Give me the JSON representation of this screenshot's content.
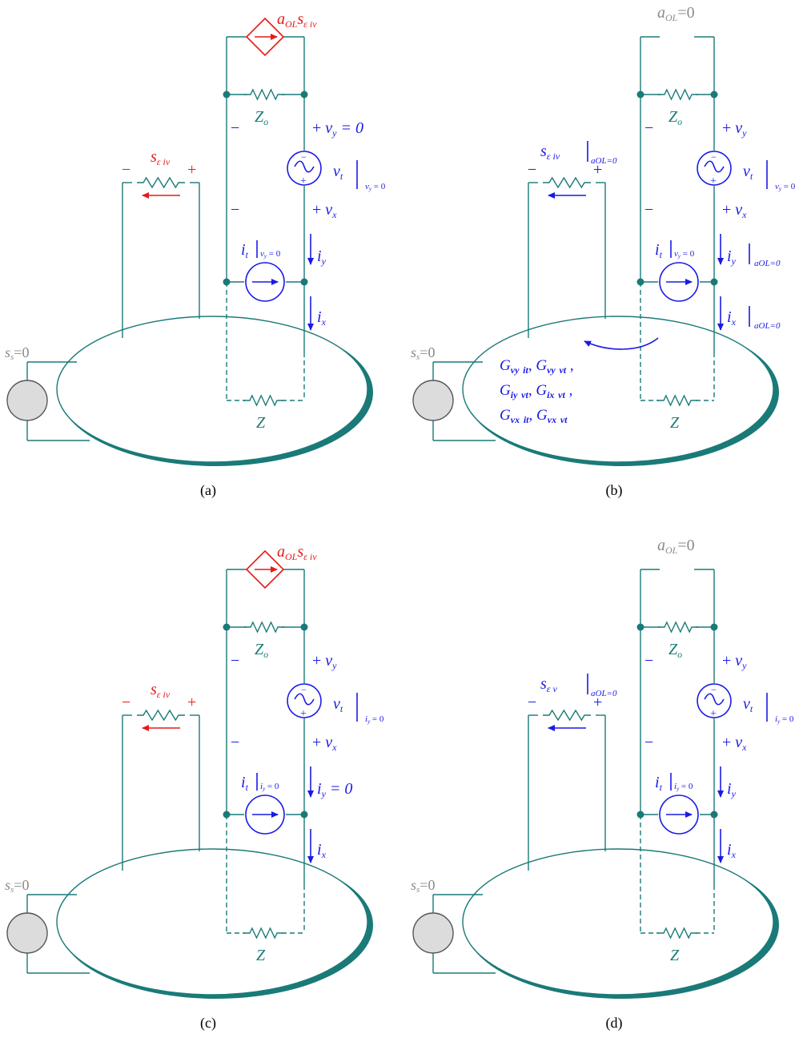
{
  "colors": {
    "wire": "#1a7a78",
    "ellipse_shadow": "#1a7a78",
    "signal": "#1a1ae6",
    "dependent_source": "#e61a1a",
    "disabled": "#8a8a8a",
    "source_fill": "#dcdcdc"
  },
  "panels": [
    {
      "caption": "(a)",
      "ss": "s",
      "ss_sub": "s",
      "ss_val": "=0",
      "dep_a": "a",
      "dep_a_sub": "OL",
      "dep_s": "s",
      "dep_s_sub": "ε iv",
      "zo": "Z",
      "zo_sub": "o",
      "z": "Z",
      "seps_s": "s",
      "seps_sub": "ε iv",
      "seps_eval": "",
      "minus": "−",
      "plus": "+",
      "vy_plus": "+",
      "vy": "v",
      "vy_sub": "y",
      "vy_eq": " = 0",
      "vx_plus": "+",
      "vx": "v",
      "vx_sub": "x",
      "vt": "v",
      "vt_sub": "t",
      "vt_cond": "v",
      "vt_cond_sub": "y",
      "vt_cond_eq": " = 0",
      "it": "i",
      "it_sub": "t",
      "it_cond": "v",
      "it_cond_sub": "y",
      "it_cond_eq": " = 0",
      "iy": "i",
      "iy_sub": "y",
      "iy_eq": "",
      "iy_eval": "",
      "ix": "i",
      "ix_sub": "x",
      "ix_eval": "",
      "src_minus": "−",
      "src_plus": "+"
    },
    {
      "caption": "(b)",
      "ss": "s",
      "ss_sub": "s",
      "ss_val": "=0",
      "aol_label": "a",
      "aol_sub": "OL",
      "aol_val": "=0",
      "zo": "Z",
      "zo_sub": "o",
      "z": "Z",
      "seps_s": "s",
      "seps_sub": "ε iv",
      "seps_eval": "aOL=0",
      "minus": "−",
      "plus": "+",
      "vy_plus": "+",
      "vy": "v",
      "vy_sub": "y",
      "vx_plus": "+",
      "vx": "v",
      "vx_sub": "x",
      "vt": "v",
      "vt_sub": "t",
      "vt_cond": "v",
      "vt_cond_sub": "y",
      "vt_cond_eq": " = 0",
      "it": "i",
      "it_sub": "t",
      "it_cond": "v",
      "it_cond_sub": "y",
      "it_cond_eq": " = 0",
      "iy": "i",
      "iy_sub": "y",
      "iy_eval": "aOL=0",
      "ix": "i",
      "ix_sub": "x",
      "ix_eval": "aOL=0",
      "src_minus": "−",
      "src_plus": "+",
      "gains": [
        {
          "a": "v",
          "as": "y",
          "b": "i",
          "bs": "t",
          "sep": ", "
        },
        {
          "a": "v",
          "as": "y",
          "b": "v",
          "bs": "t",
          "sep": " ,"
        },
        {
          "a": "i",
          "as": "y",
          "b": "v",
          "bs": "t",
          "sep": ", "
        },
        {
          "a": "i",
          "as": "x",
          "b": "v",
          "bs": "t",
          "sep": " ,"
        },
        {
          "a": "v",
          "as": "x",
          "b": "i",
          "bs": "t",
          "sep": ", "
        },
        {
          "a": "v",
          "as": "x",
          "b": "v",
          "bs": "t",
          "sep": ""
        }
      ],
      "gain_G": "G"
    },
    {
      "caption": "(c)",
      "ss": "s",
      "ss_sub": "s",
      "ss_val": "=0",
      "dep_a": "a",
      "dep_a_sub": "OL",
      "dep_s": "s",
      "dep_s_sub": "ε iv",
      "zo": "Z",
      "zo_sub": "o",
      "z": "Z",
      "seps_s": "s",
      "seps_sub": "ε iv",
      "minus": "−",
      "plus": "+",
      "vy_plus": "+",
      "vy": "v",
      "vy_sub": "y",
      "vx_plus": "+",
      "vx": "v",
      "vx_sub": "x",
      "vt": "v",
      "vt_sub": "t",
      "vt_cond": "i",
      "vt_cond_sub": "y",
      "vt_cond_eq": " = 0",
      "it": "i",
      "it_sub": "t",
      "it_cond": "i",
      "it_cond_sub": "y",
      "it_cond_eq": " = 0",
      "iy": "i",
      "iy_sub": "y",
      "iy_eq": " = 0",
      "ix": "i",
      "ix_sub": "x",
      "src_minus": "−",
      "src_plus": "+"
    },
    {
      "caption": "(d)",
      "ss": "s",
      "ss_sub": "s",
      "ss_val": "=0",
      "aol_label": "a",
      "aol_sub": "OL",
      "aol_val": "=0",
      "zo": "Z",
      "zo_sub": "o",
      "z": "Z",
      "seps_s": "s",
      "seps_sub": "ε v",
      "seps_eval": "aOL=0",
      "minus": "−",
      "plus": "+",
      "vy_plus": "+",
      "vy": "v",
      "vy_sub": "y",
      "vx_plus": "+",
      "vx": "v",
      "vx_sub": "x",
      "vt": "v",
      "vt_sub": "t",
      "vt_cond": "i",
      "vt_cond_sub": "y",
      "vt_cond_eq": " = 0",
      "it": "i",
      "it_sub": "t",
      "it_cond": "i",
      "it_cond_sub": "y",
      "it_cond_eq": " = 0",
      "iy": "i",
      "iy_sub": "y",
      "ix": "i",
      "ix_sub": "x",
      "src_minus": "−",
      "src_plus": "+"
    }
  ]
}
